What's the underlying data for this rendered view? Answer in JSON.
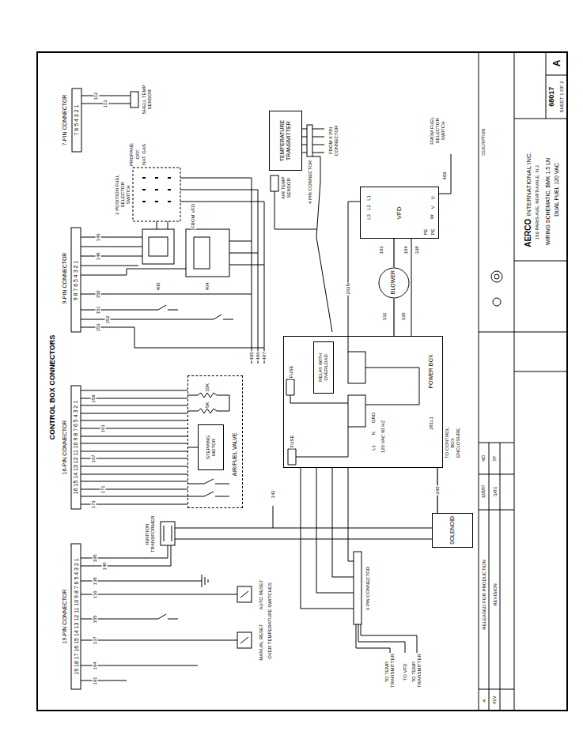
{
  "diagram": {
    "title": "CONTROL BOX CONNECTORS",
    "nodes": [
      {
        "text": [
          "TEMPERATURE TRANSMITTER"
        ]
      },
      {
        "text": [
          "AIR/FUEL VALVE"
        ]
      },
      {
        "text": [
          "STEPPING MOTOR"
        ],
        "in": 1
      },
      {
        "text": [
          "VFD"
        ]
      },
      {
        "text": [
          "BLOWER"
        ]
      },
      {
        "text": [
          "POWER BOX"
        ]
      },
      {
        "text": [
          "RELAY WITH OVERLOAD"
        ],
        "in": 5
      },
      {
        "text": [
          "SOLENOID"
        ]
      }
    ],
    "edges": [
      {
        "from": 4,
        "to": 3,
        "arrow": "none"
      },
      {
        "from": 5,
        "to": 4,
        "arrow": "none"
      },
      {
        "from": 7,
        "to": 5,
        "label": "260",
        "arrow": "none"
      }
    ],
    "labels": [
      "7-PIN CONNECTOR",
      "7 6 5 4 3 2 1",
      "112",
      "113",
      "SHELL TEMP SENSOR",
      "9-PIN CONNECTOR",
      "9 8 7 6 5 4 3 2 1",
      "146",
      "148",
      "150",
      "151",
      "152",
      "153",
      "400",
      "404",
      "405",
      "406",
      "407",
      "PROPANE",
      "OFF",
      "NAT. GAS",
      "2 POSITION FUEL SELECTOR SWITCH",
      "FROM VFD",
      "16-PIN CONNECTOR",
      "16 15 14 13 12 11 10 9 8 7 6 5 4 3 2 1",
      "159",
      "163",
      "167",
      "171",
      "173",
      "10K",
      "5K",
      "IGNITION TRANSFORMER",
      "142",
      "19-PIN CONNECTOR",
      "19 18 17 16 15 14 13 12 11 10 9 8 7 6 5 4 3 2 1",
      "195",
      "140",
      "138",
      "136",
      "155",
      "137",
      "194",
      "191",
      "AUTO RESET",
      "OVER TEMPERATURE SWITCHES",
      "MANUAL RESET",
      "6 PIN CONNECTOR",
      "TO TEMP. TRANSMITTER",
      "TO VFD",
      "TO TEMP. TRANSMITTER",
      "FUSE",
      "FUSE",
      "GND",
      "N",
      "L1",
      "120 VAC 60 HZ",
      "281L1",
      "TO CONTROL BOX ENCLOSURE",
      "263N",
      "332",
      "330",
      "103",
      "104",
      "338",
      "L1",
      "L2",
      "L3",
      "U",
      "V",
      "W",
      "PE",
      "PE",
      "FROM FUEL SELECTOR SWITCH",
      "409",
      "4 PIN CONNECTOR",
      "FROM 6 PIN CONNECTOR",
      "AIR TEMP SENSOR",
      "AERCO",
      "INTERNATIONAL INC.",
      "159 PARIS AVE, NORTHVALE, N.J.",
      "WIRING SCHEMATIC, BMK 1.5 LN",
      "DUAL FUEL 120 VAC",
      "68017",
      "SHEET 1 OF 2",
      "A",
      "DESCRIPTION",
      "RELEASED FOR PRODUCTION",
      "REVISION",
      "A",
      "REV",
      "12/8/97",
      "DATE",
      "MD",
      "BY"
    ]
  }
}
